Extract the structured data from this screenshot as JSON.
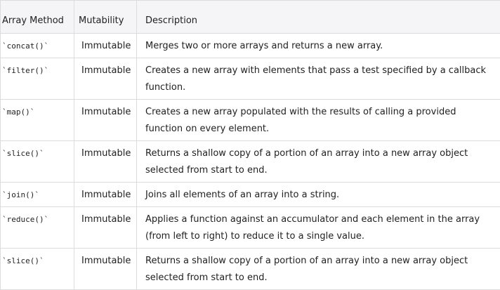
{
  "table": {
    "headers": {
      "method": "Array Method",
      "mutability": "Mutability",
      "description": "Description"
    },
    "rows": [
      {
        "method": "`concat()`",
        "mutability": "Immutable",
        "description": "Merges two or more arrays and returns a new array."
      },
      {
        "method": "`filter()`",
        "mutability": "Immutable",
        "description": "Creates a new array with elements that pass a test specified by a callback function."
      },
      {
        "method": "`map()`",
        "mutability": "Immutable",
        "description": "Creates a new array populated with the results of calling a provided function on every element."
      },
      {
        "method": "`slice()`",
        "mutability": "Immutable",
        "description": "Returns a shallow copy of a portion of an array into a new array object selected from start to end."
      },
      {
        "method": "`join()`",
        "mutability": "Immutable",
        "description": "Joins all elements of an array into a string."
      },
      {
        "method": "`reduce()`",
        "mutability": "Immutable",
        "description": "Applies a function against an accumulator and each element in the array (from left to right) to reduce it to a single value."
      },
      {
        "method": "`slice()`",
        "mutability": "Immutable",
        "description": "Returns a shallow copy of a portion of an array into a new array object selected from start to end."
      }
    ]
  }
}
